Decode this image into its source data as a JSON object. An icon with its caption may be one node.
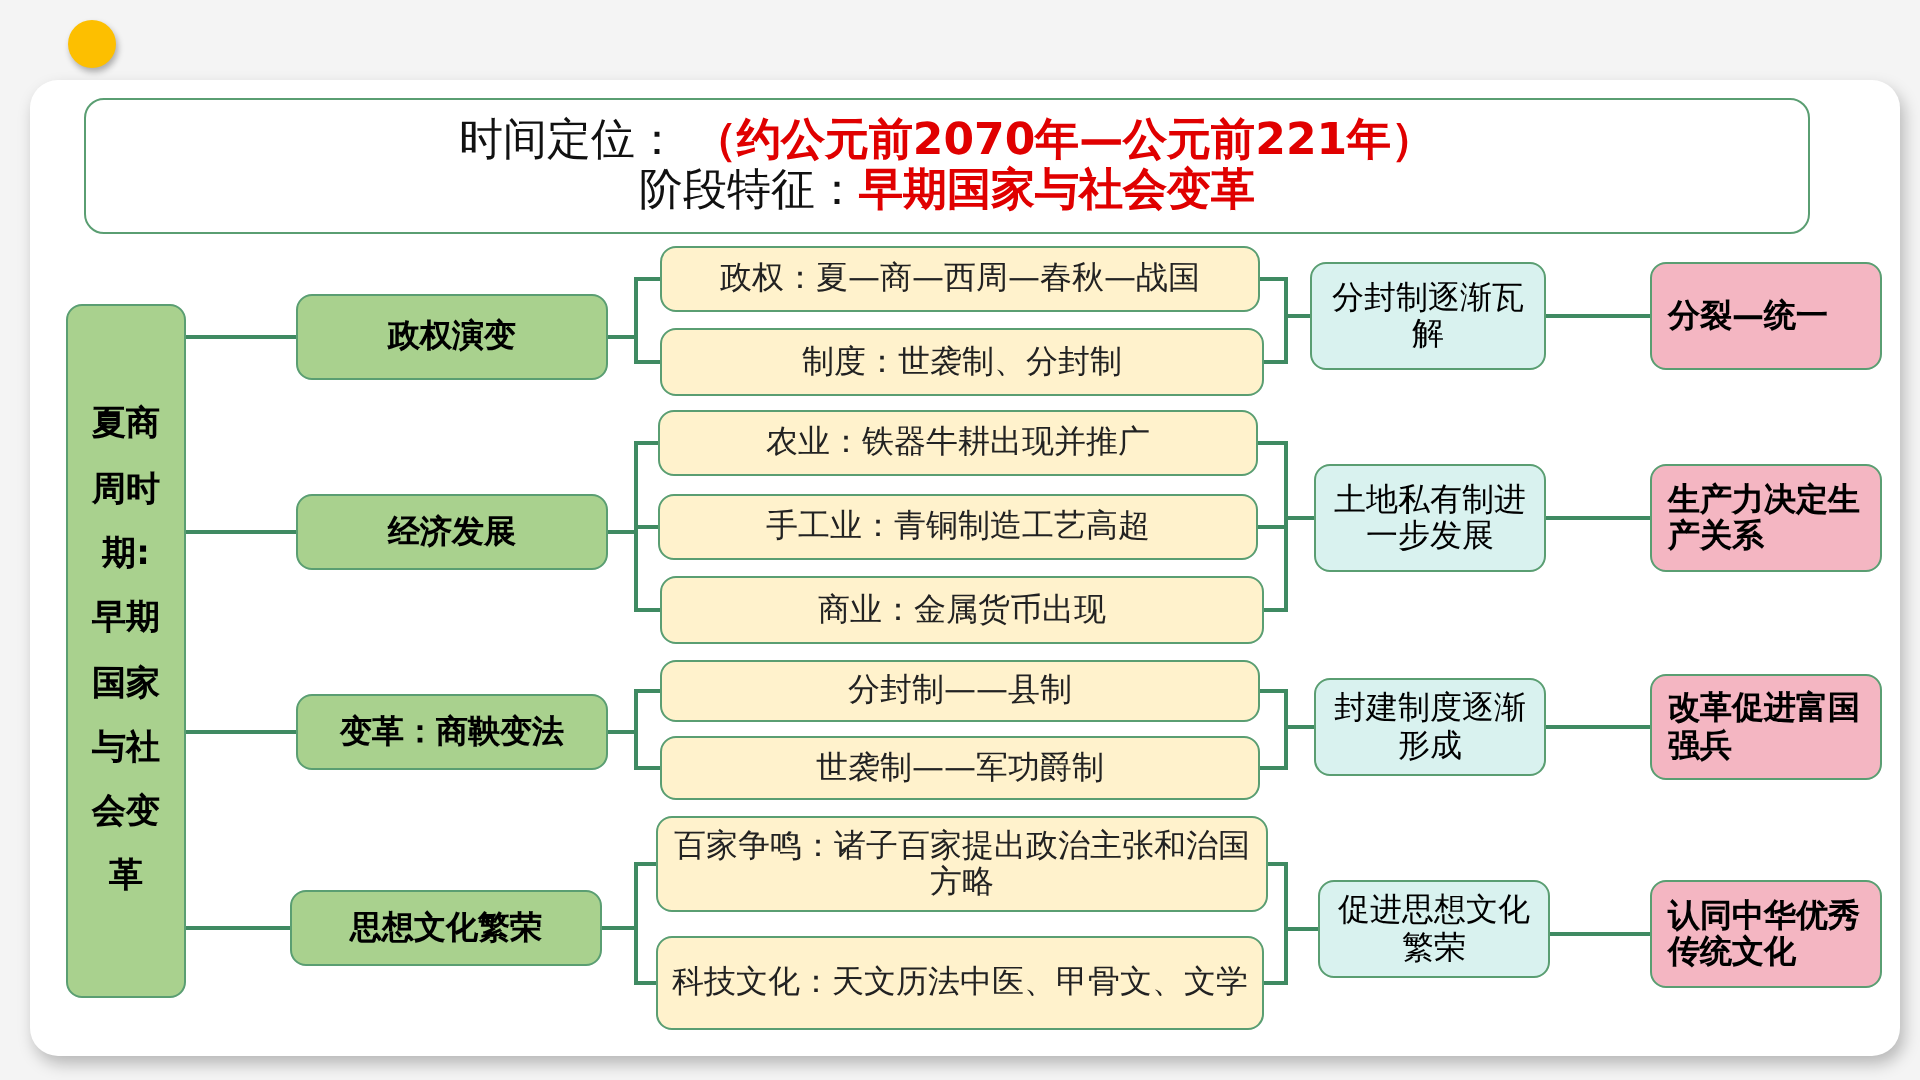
{
  "diagram": {
    "nodes": [
      {
        "text": [
          "时间定位：  **（约公元前2070年—公元前221年）**",
          "阶段特征：**早期国家与社会变革**"
        ]
      },
      {
        "text": [
          "夏商周时期:早期国家与社会变革"
        ]
      },
      {
        "text": [
          "政权演变"
        ]
      },
      {
        "text": [
          "经济发展"
        ]
      },
      {
        "text": [
          "变革：商鞅变法"
        ]
      },
      {
        "text": [
          "思想文化繁荣"
        ]
      },
      {
        "text": [
          "政权：夏—商—西周—春秋—战国"
        ]
      },
      {
        "text": [
          "制度：世袭制、分封制"
        ]
      },
      {
        "text": [
          "农业：铁器牛耕出现并推广"
        ]
      },
      {
        "text": [
          "手工业：青铜制造工艺高超"
        ]
      },
      {
        "text": [
          "商业：金属货币出现"
        ]
      },
      {
        "text": [
          "分封制——县制"
        ]
      },
      {
        "text": [
          "世袭制——军功爵制"
        ]
      },
      {
        "text": [
          "百家争鸣：诸子百家提出政治主张和治国方略"
        ]
      },
      {
        "text": [
          "科技文化：天文历法中医、甲骨文、文学"
        ]
      },
      {
        "text": [
          "分封制逐渐瓦解"
        ]
      },
      {
        "text": [
          "土地私有制进一步发展"
        ]
      },
      {
        "text": [
          "封建制度逐渐形成"
        ]
      },
      {
        "text": [
          "促进思想文化繁荣"
        ]
      },
      {
        "text": [
          "分裂—统一"
        ]
      },
      {
        "text": [
          "生产力决定生产关系"
        ]
      },
      {
        "text": [
          "改革促进富国强兵"
        ]
      },
      {
        "text": [
          "认同中华优秀传统文化"
        ]
      }
    ],
    "edges": [
      {
        "from": 1,
        "to": 2,
        "arrow": "none"
      },
      {
        "from": 1,
        "to": 3,
        "arrow": "none"
      },
      {
        "from": 1,
        "to": 4,
        "arrow": "none"
      },
      {
        "from": 1,
        "to": 5,
        "arrow": "none"
      },
      {
        "from": 2,
        "to": 6,
        "arrow": "none"
      },
      {
        "from": 2,
        "to": 7,
        "arrow": "none"
      },
      {
        "from": 3,
        "to": 8,
        "arrow": "none"
      },
      {
        "from": 3,
        "to": 9,
        "arrow": "none"
      },
      {
        "from": 3,
        "to": 10,
        "arrow": "none"
      },
      {
        "from": 4,
        "to": 11,
        "arrow": "none"
      },
      {
        "from": 4,
        "to": 12,
        "arrow": "none"
      },
      {
        "from": 5,
        "to": 13,
        "arrow": "none"
      },
      {
        "from": 5,
        "to": 14,
        "arrow": "none"
      },
      {
        "from": 6,
        "to": 15,
        "arrow": "none"
      },
      {
        "from": 7,
        "to": 15,
        "arrow": "none"
      },
      {
        "from": 8,
        "to": 16,
        "arrow": "none"
      },
      {
        "from": 9,
        "to": 16,
        "arrow": "none"
      },
      {
        "from": 10,
        "to": 16,
        "arrow": "none"
      },
      {
        "from": 11,
        "to": 17,
        "arrow": "none"
      },
      {
        "from": 12,
        "to": 17,
        "arrow": "none"
      },
      {
        "from": 13,
        "to": 18,
        "arrow": "none"
      },
      {
        "from": 14,
        "to": 18,
        "arrow": "none"
      },
      {
        "from": 15,
        "to": 19,
        "arrow": "none"
      },
      {
        "from": 16,
        "to": 20,
        "arrow": "none"
      },
      {
        "from": 17,
        "to": 21,
        "arrow": "none"
      },
      {
        "from": 18,
        "to": 22,
        "arrow": "none"
      }
    ]
  }
}
